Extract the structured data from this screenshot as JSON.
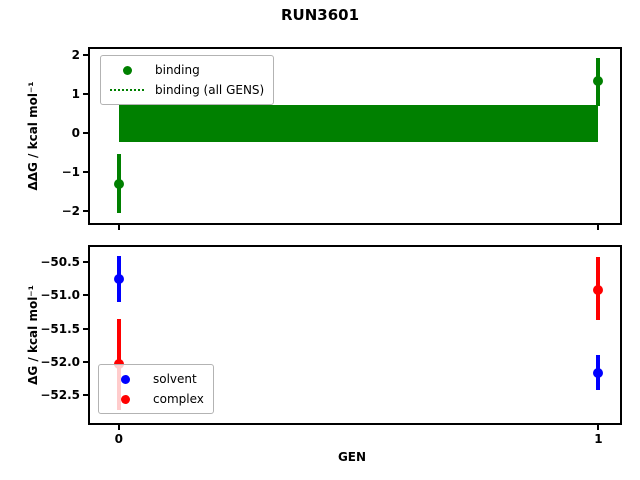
{
  "figure": {
    "title": "RUN3601",
    "background": "#ffffff"
  },
  "chart_data": [
    {
      "id": "ddg-panel",
      "type": "scatter",
      "title": "RUN3601",
      "xlabel": "",
      "ylabel": "ΔΔG / kcal mol⁻¹",
      "xlim": [
        -0.06,
        1.045
      ],
      "ylim": [
        -2.31,
        2.16
      ],
      "grid": false,
      "ytick_values": [
        2,
        1,
        0,
        -1,
        -2
      ],
      "ytick_labels": [
        "2",
        "1",
        "0",
        "−1",
        "−2"
      ],
      "xtick_values": [
        0,
        1
      ],
      "xtick_labels": [],
      "band": {
        "label": "binding (all GENS)",
        "color": "#008000",
        "x_from": 0,
        "x_to": 1,
        "y_from": -0.22,
        "y_to": 0.72
      },
      "series": [
        {
          "name": "binding",
          "color": "#008000",
          "marker": "circle",
          "x": [
            0,
            1
          ],
          "y": [
            -1.3,
            1.33
          ],
          "err_lo": [
            -2.06,
            0.7
          ],
          "err_hi": [
            -0.53,
            1.93
          ]
        }
      ],
      "legend": {
        "position": "upper-left",
        "items": [
          {
            "label": "binding",
            "swatch": "dot",
            "color": "#008000"
          },
          {
            "label": "binding (all GENS)",
            "swatch": "dotted-line",
            "color": "#008000"
          }
        ]
      }
    },
    {
      "id": "dg-panel",
      "type": "scatter",
      "title": "",
      "xlabel": "GEN",
      "ylabel": "ΔG / kcal mol⁻¹",
      "xlim": [
        -0.06,
        1.045
      ],
      "ylim": [
        -52.92,
        -50.27
      ],
      "grid": false,
      "ytick_values": [
        -50.5,
        -51.0,
        -51.5,
        -52.0,
        -52.5
      ],
      "ytick_labels": [
        "−50.5",
        "−51.0",
        "−51.5",
        "−52.0",
        "−52.5"
      ],
      "xtick_values": [
        0,
        1
      ],
      "xtick_labels": [
        "0",
        "1"
      ],
      "series": [
        {
          "name": "solvent",
          "color": "#0000ff",
          "marker": "circle",
          "x": [
            0,
            1
          ],
          "y": [
            -50.75,
            -52.16
          ],
          "err_lo": [
            -51.1,
            -52.43
          ],
          "err_hi": [
            -50.4,
            -51.9
          ]
        },
        {
          "name": "complex",
          "color": "#ff0000",
          "marker": "circle",
          "x": [
            0,
            1
          ],
          "y": [
            -52.03,
            -50.91
          ],
          "err_lo": [
            -52.73,
            -51.37
          ],
          "err_hi": [
            -51.35,
            -50.42
          ]
        }
      ],
      "legend": {
        "position": "lower-left",
        "items": [
          {
            "label": "solvent",
            "swatch": "dot",
            "color": "#0000ff"
          },
          {
            "label": "complex",
            "swatch": "dot",
            "color": "#ff0000"
          }
        ]
      }
    }
  ]
}
